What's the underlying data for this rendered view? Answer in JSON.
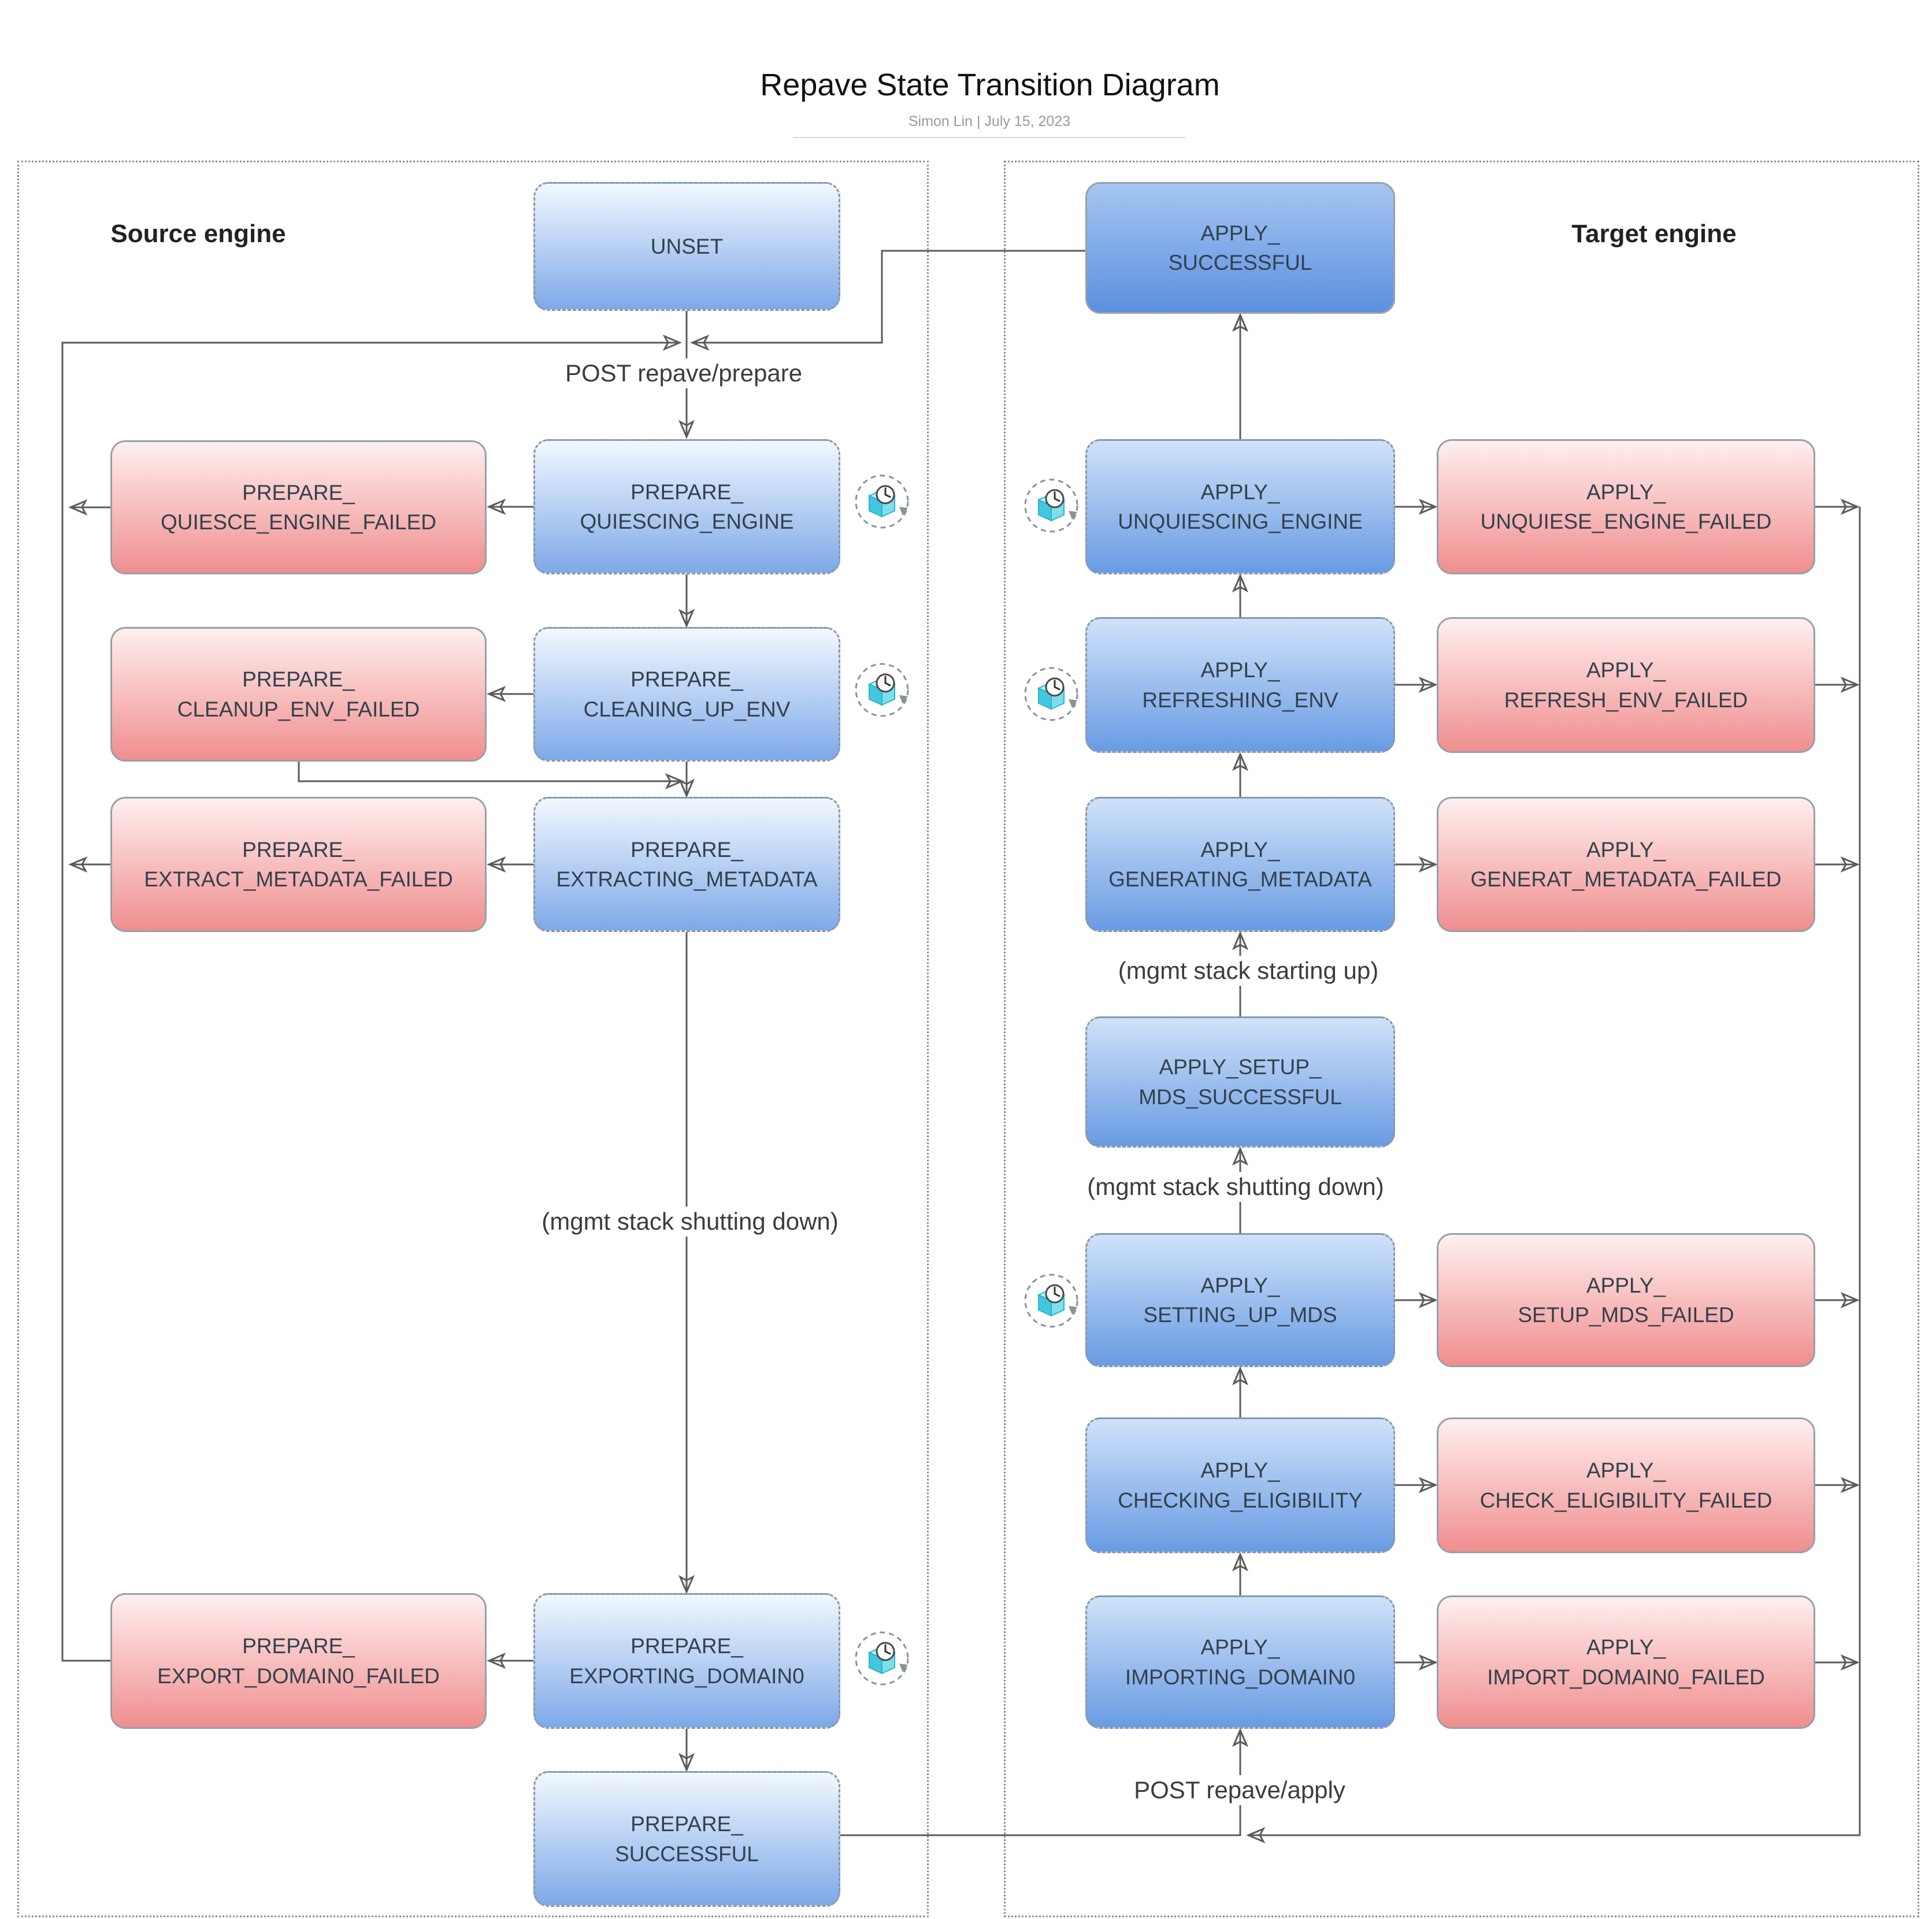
{
  "title": "Repave State Transition Diagram",
  "byline": "Simon Lin  |  July 15, 2023",
  "containers": {
    "source": {
      "label": "Source engine"
    },
    "target": {
      "label": "Target engine"
    }
  },
  "edge_labels": {
    "post_prepare": "POST repave/prepare",
    "mgmt_stack_shutting_down_source": "(mgmt stack shutting down)",
    "mgmt_stack_starting_up": "(mgmt stack starting up)",
    "mgmt_stack_shutting_down_target": "(mgmt stack shutting down)",
    "post_apply": "POST repave/apply"
  },
  "nodes": {
    "unset": {
      "lines": [
        "UNSET"
      ]
    },
    "prepare_quiescing_engine": {
      "lines": [
        "PREPARE_",
        "QUIESCING_ENGINE"
      ]
    },
    "prepare_quiesce_engine_failed": {
      "lines": [
        "PREPARE_",
        "QUIESCE_ENGINE_FAILED"
      ]
    },
    "prepare_cleaning_up_env": {
      "lines": [
        "PREPARE_",
        "CLEANING_UP_ENV"
      ]
    },
    "prepare_cleanup_env_failed": {
      "lines": [
        "PREPARE_",
        "CLEANUP_ENV_FAILED"
      ]
    },
    "prepare_extracting_metadata": {
      "lines": [
        "PREPARE_",
        "EXTRACTING_METADATA"
      ]
    },
    "prepare_extract_metadata_failed": {
      "lines": [
        "PREPARE_",
        "EXTRACT_METADATA_FAILED"
      ]
    },
    "prepare_exporting_domain0": {
      "lines": [
        "PREPARE_",
        "EXPORTING_DOMAIN0"
      ]
    },
    "prepare_export_domain0_failed": {
      "lines": [
        "PREPARE_",
        "EXPORT_DOMAIN0_FAILED"
      ]
    },
    "prepare_successful": {
      "lines": [
        "PREPARE_",
        "SUCCESSFUL"
      ]
    },
    "apply_successful": {
      "lines": [
        "APPLY_",
        "SUCCESSFUL"
      ]
    },
    "apply_unquiescing_engine": {
      "lines": [
        "APPLY_",
        "UNQUIESCING_ENGINE"
      ]
    },
    "apply_unquiese_engine_failed": {
      "lines": [
        "APPLY_",
        "UNQUIESE_ENGINE_FAILED"
      ]
    },
    "apply_refreshing_env": {
      "lines": [
        "APPLY_",
        "REFRESHING_ENV"
      ]
    },
    "apply_refresh_env_failed": {
      "lines": [
        "APPLY_",
        "REFRESH_ENV_FAILED"
      ]
    },
    "apply_generating_metadata": {
      "lines": [
        "APPLY_",
        "GENERATING_METADATA"
      ]
    },
    "apply_generat_metadata_failed": {
      "lines": [
        "APPLY_",
        "GENERAT_METADATA_FAILED"
      ]
    },
    "apply_setup_mds_successful": {
      "lines": [
        "APPLY_SETUP_",
        "MDS_SUCCESSFUL"
      ]
    },
    "apply_setting_up_mds": {
      "lines": [
        "APPLY_",
        "SETTING_UP_MDS"
      ]
    },
    "apply_setup_mds_failed": {
      "lines": [
        "APPLY_",
        "SETUP_MDS_FAILED"
      ]
    },
    "apply_checking_eligibility": {
      "lines": [
        "APPLY_",
        "CHECKING_ELIGIBILITY"
      ]
    },
    "apply_check_eligibility_failed": {
      "lines": [
        "APPLY_",
        "CHECK_ELIGIBILITY_FAILED"
      ]
    },
    "apply_importing_domain0": {
      "lines": [
        "APPLY_",
        "IMPORTING_DOMAIN0"
      ]
    },
    "apply_import_domain0_failed": {
      "lines": [
        "APPLY_",
        "IMPORT_DOMAIN0_FAILED"
      ]
    }
  },
  "transitions": [
    {
      "from": "UNSET",
      "to": "PREPARE_QUIESCING_ENGINE",
      "label": "POST repave/prepare"
    },
    {
      "from": "PREPARE_QUIESCING_ENGINE",
      "to": "PREPARE_QUIESCE_ENGINE_FAILED"
    },
    {
      "from": "PREPARE_QUIESCING_ENGINE",
      "to": "PREPARE_CLEANING_UP_ENV"
    },
    {
      "from": "PREPARE_CLEANING_UP_ENV",
      "to": "PREPARE_CLEANUP_ENV_FAILED"
    },
    {
      "from": "PREPARE_CLEANING_UP_ENV",
      "to": "PREPARE_EXTRACTING_METADATA"
    },
    {
      "from": "PREPARE_CLEANUP_ENV_FAILED",
      "to": "PREPARE_EXTRACTING_METADATA"
    },
    {
      "from": "PREPARE_EXTRACTING_METADATA",
      "to": "PREPARE_EXTRACT_METADATA_FAILED"
    },
    {
      "from": "PREPARE_EXTRACTING_METADATA",
      "to": "PREPARE_EXPORTING_DOMAIN0",
      "label": "(mgmt stack shutting down)"
    },
    {
      "from": "PREPARE_EXPORTING_DOMAIN0",
      "to": "PREPARE_EXPORT_DOMAIN0_FAILED"
    },
    {
      "from": "PREPARE_EXPORTING_DOMAIN0",
      "to": "PREPARE_SUCCESSFUL"
    },
    {
      "from": "PREPARE_SUCCESSFUL",
      "to": "APPLY_IMPORTING_DOMAIN0",
      "label": "POST repave/apply"
    },
    {
      "from": "PREPARE_QUIESCE_ENGINE_FAILED",
      "to": "PREPARE_QUIESCING_ENGINE",
      "label": "POST repave/prepare"
    },
    {
      "from": "PREPARE_EXTRACT_METADATA_FAILED",
      "to": "PREPARE_QUIESCING_ENGINE",
      "label": "POST repave/prepare"
    },
    {
      "from": "PREPARE_EXPORT_DOMAIN0_FAILED",
      "to": "PREPARE_QUIESCING_ENGINE",
      "label": "POST repave/prepare"
    },
    {
      "from": "APPLY_SUCCESSFUL",
      "to": "PREPARE_QUIESCING_ENGINE",
      "label": "POST repave/prepare"
    },
    {
      "from": "APPLY_IMPORTING_DOMAIN0",
      "to": "APPLY_IMPORT_DOMAIN0_FAILED"
    },
    {
      "from": "APPLY_IMPORTING_DOMAIN0",
      "to": "APPLY_CHECKING_ELIGIBILITY"
    },
    {
      "from": "APPLY_CHECKING_ELIGIBILITY",
      "to": "APPLY_CHECK_ELIGIBILITY_FAILED"
    },
    {
      "from": "APPLY_CHECKING_ELIGIBILITY",
      "to": "APPLY_SETTING_UP_MDS"
    },
    {
      "from": "APPLY_SETTING_UP_MDS",
      "to": "APPLY_SETUP_MDS_FAILED"
    },
    {
      "from": "APPLY_SETTING_UP_MDS",
      "to": "APPLY_SETUP_MDS_SUCCESSFUL",
      "label": "(mgmt stack shutting down)"
    },
    {
      "from": "APPLY_SETUP_MDS_SUCCESSFUL",
      "to": "APPLY_GENERATING_METADATA",
      "label": "(mgmt stack starting up)"
    },
    {
      "from": "APPLY_GENERATING_METADATA",
      "to": "APPLY_GENERAT_METADATA_FAILED"
    },
    {
      "from": "APPLY_GENERATING_METADATA",
      "to": "APPLY_REFRESHING_ENV"
    },
    {
      "from": "APPLY_REFRESHING_ENV",
      "to": "APPLY_REFRESH_ENV_FAILED"
    },
    {
      "from": "APPLY_REFRESHING_ENV",
      "to": "APPLY_UNQUIESCING_ENGINE"
    },
    {
      "from": "APPLY_UNQUIESCING_ENGINE",
      "to": "APPLY_UNQUIESE_ENGINE_FAILED"
    },
    {
      "from": "APPLY_UNQUIESCING_ENGINE",
      "to": "APPLY_SUCCESSFUL"
    },
    {
      "from": "APPLY_UNQUIESE_ENGINE_FAILED",
      "to": "APPLY_IMPORTING_DOMAIN0",
      "label": "POST repave/apply"
    },
    {
      "from": "APPLY_REFRESH_ENV_FAILED",
      "to": "APPLY_IMPORTING_DOMAIN0",
      "label": "POST repave/apply"
    },
    {
      "from": "APPLY_GENERAT_METADATA_FAILED",
      "to": "APPLY_IMPORTING_DOMAIN0",
      "label": "POST repave/apply"
    },
    {
      "from": "APPLY_SETUP_MDS_FAILED",
      "to": "APPLY_IMPORTING_DOMAIN0",
      "label": "POST repave/apply"
    },
    {
      "from": "APPLY_CHECK_ELIGIBILITY_FAILED",
      "to": "APPLY_IMPORTING_DOMAIN0",
      "label": "POST repave/apply"
    },
    {
      "from": "APPLY_IMPORT_DOMAIN0_FAILED",
      "to": "APPLY_IMPORTING_DOMAIN0",
      "label": "POST repave/apply"
    }
  ],
  "colors": {
    "state_blue_top": "#F2F8FF",
    "state_blue_bottom": "#7EA9E8",
    "apply_blue_top": "#CFE2F9",
    "apply_blue_bottom": "#699BE3",
    "success_blue_top": "#A6C6F2",
    "success_blue_bottom": "#5B90DF",
    "failed_red_top": "#FFEFEF",
    "failed_red_bottom": "#F08E8E",
    "edge_line": "#5B5B5B",
    "icon_cube": "#43C7DE"
  }
}
